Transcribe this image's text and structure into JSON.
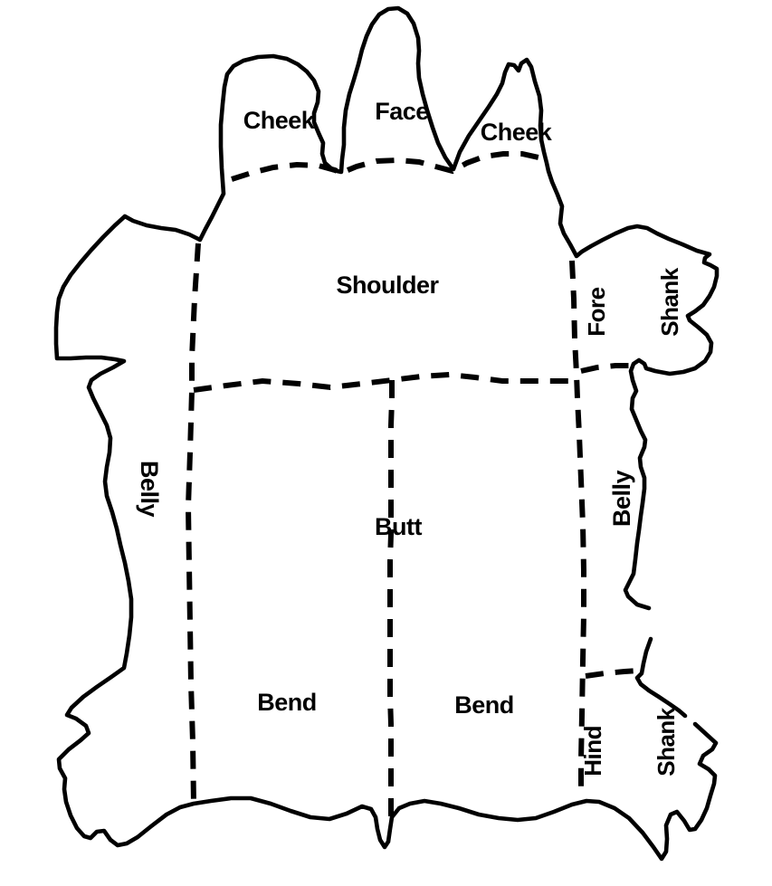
{
  "diagram": {
    "background_color": "#ffffff",
    "line_color": "#000000",
    "regions": {
      "cheek_left": "Cheek",
      "face": "Face",
      "cheek_right": "Cheek",
      "shoulder": "Shoulder",
      "fore_shank": {
        "line1": "Fore",
        "line2": "Shank"
      },
      "belly_left": "Belly",
      "belly_right": "Belly",
      "butt": "Butt",
      "bend_left": "Bend",
      "bend_right": "Bend",
      "hind_shank": {
        "line1": "Hind",
        "line2": "Shank"
      }
    }
  }
}
